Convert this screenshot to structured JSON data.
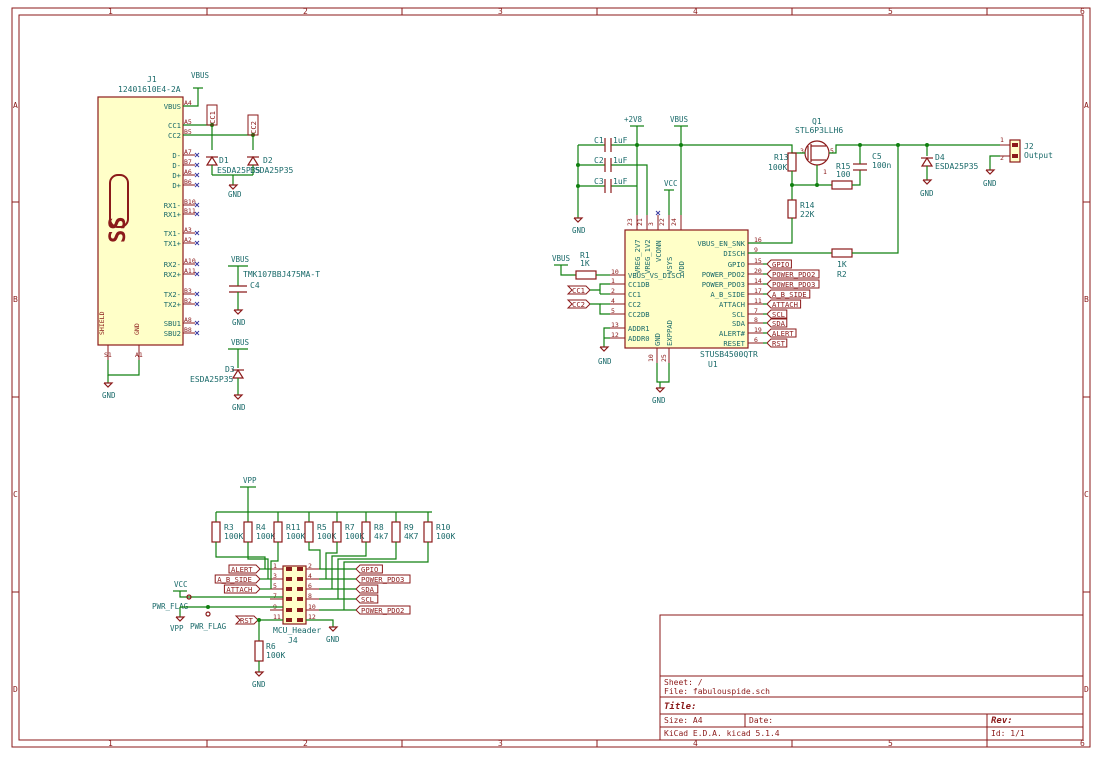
{
  "frame": {
    "col_labels": [
      "1",
      "2",
      "3",
      "4",
      "5",
      "6"
    ],
    "row_labels": [
      "A",
      "B",
      "C",
      "D"
    ]
  },
  "title_block": {
    "sheet": "Sheet: /",
    "file": "File: fabulouspide.sch",
    "title": "Title:",
    "size": "Size: A4",
    "date": "Date:",
    "rev": "Rev:",
    "tool": "KiCad E.D.A.  kicad 5.1.4",
    "id": "Id: 1/1"
  },
  "j1": {
    "ref": "J1",
    "value": "12401610E4-2A",
    "pins_left": [
      "VBUS",
      "CC1",
      "CC2",
      "D-",
      "D-",
      "D+",
      "D+",
      "RX1-",
      "RX1+",
      "TX1-",
      "TX1+",
      "RX2-",
      "RX2+",
      "TX2-",
      "TX2+",
      "SBU1",
      "SBU2"
    ],
    "pins_num": [
      "A4",
      "A5",
      "B5",
      "A7",
      "B7",
      "A6",
      "B6",
      "B10",
      "B11",
      "A3",
      "A2",
      "A10",
      "A11",
      "B3",
      "B2",
      "A8",
      "B8"
    ],
    "shield": "SHIELD",
    "gnd": "GND",
    "s1": "S1",
    "a1": "A1",
    "logo": "SS"
  },
  "j1_area": {
    "vbus": "VBUS",
    "cc1": "CC1",
    "cc2": "CC2",
    "d1": "D1",
    "d1_val": "ESDA25P35",
    "d2": "D2",
    "d2_val": "ESDA25P35",
    "gnd_d": "GND",
    "c4_val": "TMK107BBJ475MA-T",
    "c4": "C4",
    "c4_vbus": "VBUS",
    "c4_gnd": "GND",
    "d3_vbus": "VBUS",
    "d3": "D3",
    "d3_val": "ESDA25P35",
    "d3_gnd": "GND",
    "gnd_j": "GND"
  },
  "u1": {
    "ref": "U1",
    "value": "STUSB4500QTR",
    "top_pins": [
      "VREG_2V7",
      "VREG_1V2",
      "VSYS",
      "VDD"
    ],
    "top_nums": [
      "23",
      "21",
      "22",
      "24"
    ],
    "vconn": "VCONN",
    "vconn_num": "3",
    "left_pins": [
      "VBUS_VS_DISCH",
      "CC1DB",
      "CC1",
      "CC2",
      "CC2DB",
      "ADDR1",
      "ADDR0"
    ],
    "left_nums": [
      "10",
      "1",
      "2",
      "4",
      "5",
      "13",
      "12"
    ],
    "right_pins": [
      "VBUS_EN_SNK",
      "DISCH",
      "GPIO",
      "POWER_PDO2",
      "POWER_PDO3",
      "A_B_SIDE",
      "ATTACH",
      "SCL",
      "SDA",
      "ALERT#",
      "RESET"
    ],
    "right_nums": [
      "16",
      "9",
      "15",
      "20",
      "14",
      "17",
      "11",
      "7",
      "8",
      "19",
      "6"
    ],
    "bot1": "GND",
    "bot2": "EXPPAD",
    "bot_nums": [
      "10",
      "25"
    ],
    "labels_right": [
      "GPIO",
      "POWER_PDO2",
      "POWER_PDO3",
      "A_B_SIDE",
      "ATTACH",
      "SCL",
      "SDA",
      "ALERT",
      "RST"
    ]
  },
  "u1_area": {
    "p2v8": "+2V8",
    "vbus_top": "VBUS",
    "vcc": "VCC",
    "c1": "C1",
    "c1_val": "1uF",
    "c2": "C2",
    "c2_val": "1uF",
    "c3": "C3",
    "c3_val": "1uF",
    "gnd_c": "GND",
    "r1_vbus": "VBUS",
    "r1": "R1",
    "r1_val": "1K",
    "cc1_lbl": "CC1",
    "cc2_lbl": "CC2",
    "gnd_addr": "GND",
    "gnd_bot": "GND",
    "q1": "Q1",
    "q1_val": "STL6P3LLH6",
    "r13": "R13",
    "r13_val": "100K",
    "r15": "R15",
    "r15_val": "100",
    "c5": "C5",
    "c5_val": "100n",
    "r14": "R14",
    "r14_val": "22K",
    "r2": "R2",
    "r2_val": "1K",
    "d4": "D4",
    "d4_val": "ESDA25P35",
    "gnd_d4": "GND",
    "j2": "J2",
    "j2_label": "Output",
    "gnd_j2": "GND",
    "q1_pins": [
      "3",
      "5",
      "1"
    ]
  },
  "j4": {
    "ref": "J4",
    "value": "MCU_Header",
    "vpp": "VPP",
    "resistors": [
      {
        "ref": "R3",
        "val": "100K"
      },
      {
        "ref": "R4",
        "val": "100K"
      },
      {
        "ref": "R11",
        "val": "100K"
      },
      {
        "ref": "R5",
        "val": "100K"
      },
      {
        "ref": "R7",
        "val": "100K"
      },
      {
        "ref": "R8",
        "val": "4k7"
      },
      {
        "ref": "R9",
        "val": "4K7"
      },
      {
        "ref": "R10",
        "val": "100K"
      }
    ],
    "left_labels": [
      "ALERT",
      "A_B_SIDE",
      "ATTACH"
    ],
    "right_labels": [
      "GPIO",
      "POWER_PDO3",
      "SDA",
      "SCL",
      "POWER_PDO2"
    ],
    "pins_left": [
      "1",
      "3",
      "5",
      "7",
      "9",
      "11"
    ],
    "pins_right": [
      "2",
      "4",
      "6",
      "8",
      "10",
      "12"
    ],
    "vcc": "VCC",
    "pwr_flag1": "PWR_FLAG",
    "pwr_flag2": "PWR_FLAG",
    "vpp_bottom": "VPP",
    "rst": "RST",
    "gnd_hdr": "GND",
    "r6": "R6",
    "r6_val": "100K",
    "gnd_r6": "GND"
  }
}
